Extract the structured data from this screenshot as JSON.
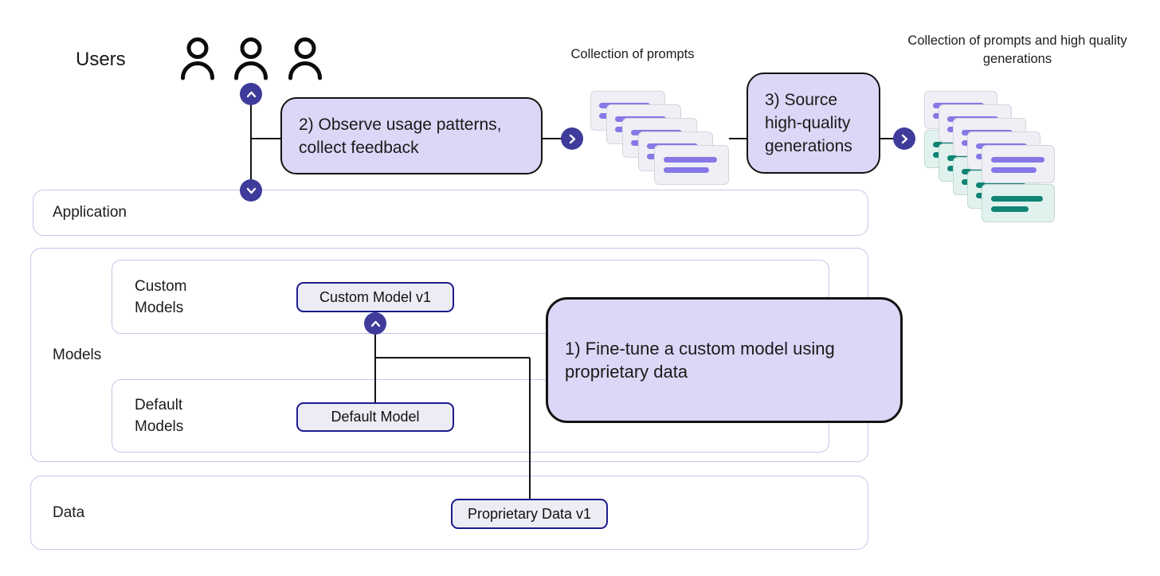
{
  "diagram": {
    "users_label": "Users",
    "collections": {
      "prompts_label": "Collection of prompts",
      "generations_label": "Collection of prompts and high quality generations"
    },
    "steps": {
      "step1": {
        "lines": [
          "1) Fine-tune a custom model using",
          "proprietary data"
        ]
      },
      "step2": {
        "lines": [
          "2) Observe usage patterns,",
          "collect feedback"
        ]
      },
      "step3": {
        "lines": [
          "3) Source",
          "high-quality",
          "generations"
        ]
      }
    },
    "layers": {
      "application": "Application",
      "models": "Models",
      "custom_models": "Custom Models",
      "default_models": "Default Models",
      "data": "Data"
    },
    "nodes": {
      "custom_model": "Custom Model v1",
      "default_model": "Default Model",
      "proprietary_data": "Proprietary Data v1"
    },
    "colors": {
      "accent_indigo": "#3e3b9b",
      "step_box_fill": "#ddd6f6",
      "step_box_border": "#131313",
      "node_fill": "#ecedf4",
      "node_border": "#1b1b8f",
      "layer_border": "#c7c5e6",
      "prompt_card_fill": "#efeff5",
      "prompt_bar": "#8678e6",
      "generation_card_fill": "#e1f2ee",
      "generation_bar": "#0e8474",
      "connector": "#141414"
    }
  }
}
